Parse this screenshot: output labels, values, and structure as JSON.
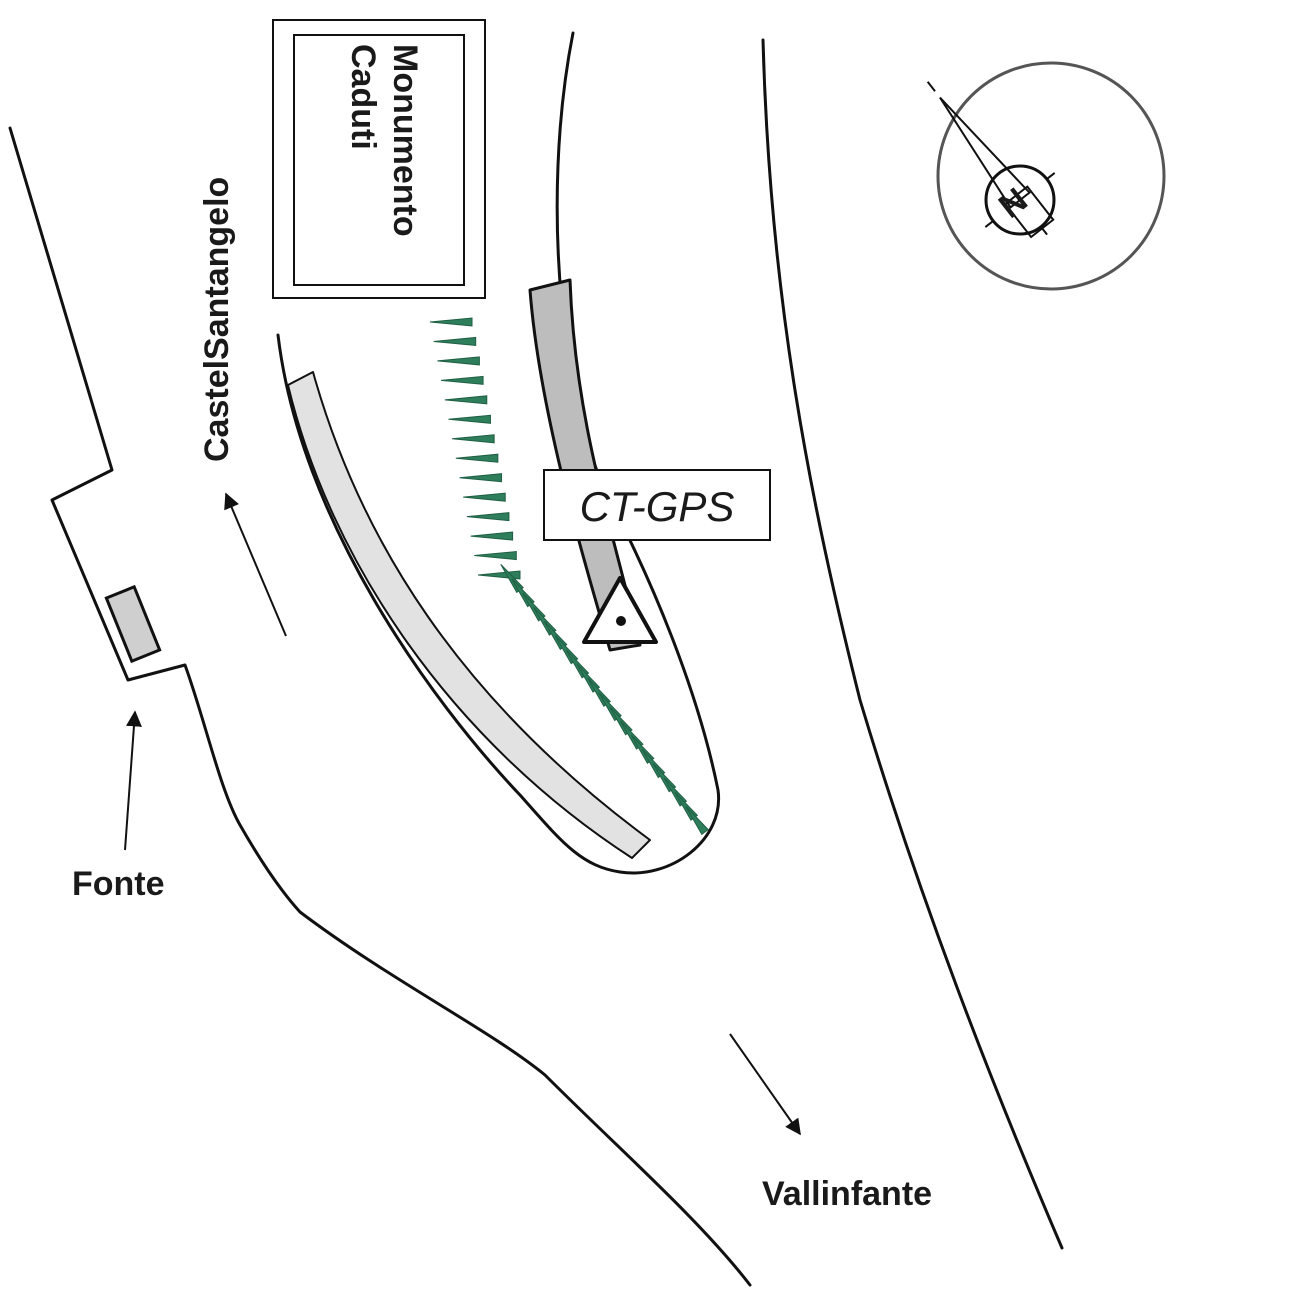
{
  "labels": {
    "monument_line1": "Monumento",
    "monument_line2": "Caduti",
    "castel": "CastelSantangelo",
    "station": "CT-GPS",
    "fonte": "Fonte",
    "vallinfante": "Vallinfante",
    "north": "N"
  },
  "colors": {
    "road_line": "#111111",
    "embankment_fill": "#bdbdbd",
    "light_strip_fill": "#e2e2e2",
    "slope_hatch": "#2e7d5b",
    "compass_ring": "#555555"
  },
  "icons": {
    "station_marker": "triangle-dot-icon",
    "compass": "north-arrow-compass-icon",
    "slope": "slope-hatch-icon"
  }
}
